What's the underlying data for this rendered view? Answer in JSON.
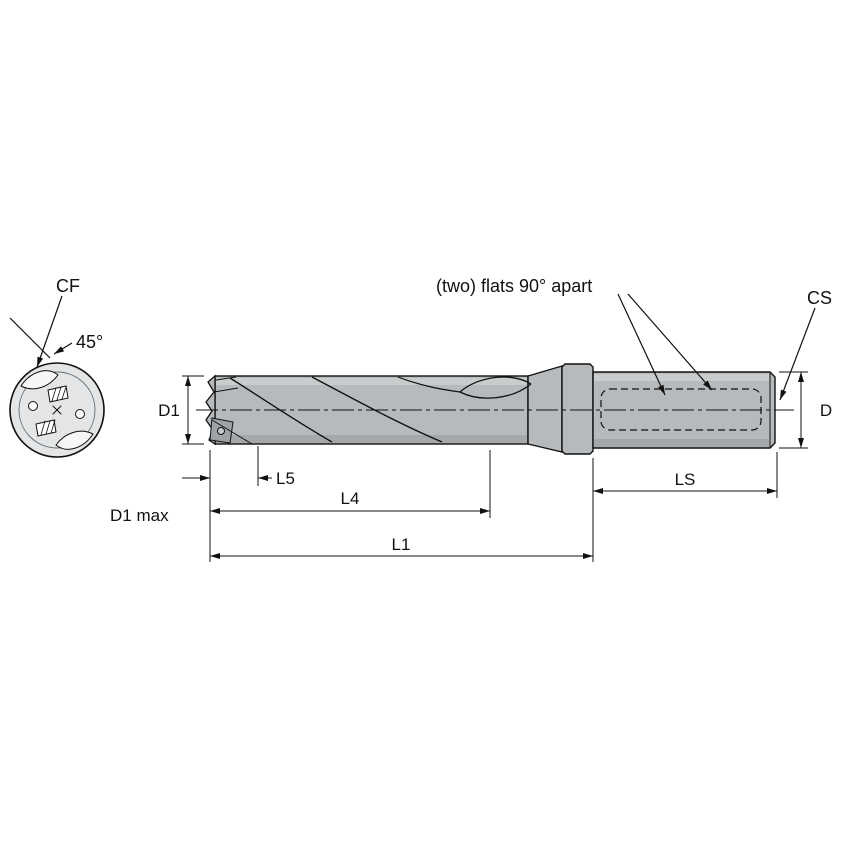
{
  "diagram": {
    "type": "technical-drawing",
    "subject": "indexable-insert drill with shank flats, front and side views",
    "colors": {
      "background": "#ffffff",
      "line": "#111111",
      "body_fill": "#b7babc",
      "body_highlight": "#c9cccd",
      "body_shadow": "#a4a8aa",
      "insert_fill": "#9fa3a5"
    },
    "annotations": {
      "cf": "CF",
      "angle45": "45°",
      "flats_note": "(two) flats 90° apart",
      "cs": "CS"
    },
    "dimensions": {
      "d1": "D1",
      "d1_max": "D1 max",
      "l5": "L5",
      "l4": "L4",
      "l1": "L1",
      "ls": "LS",
      "d": "D"
    }
  }
}
